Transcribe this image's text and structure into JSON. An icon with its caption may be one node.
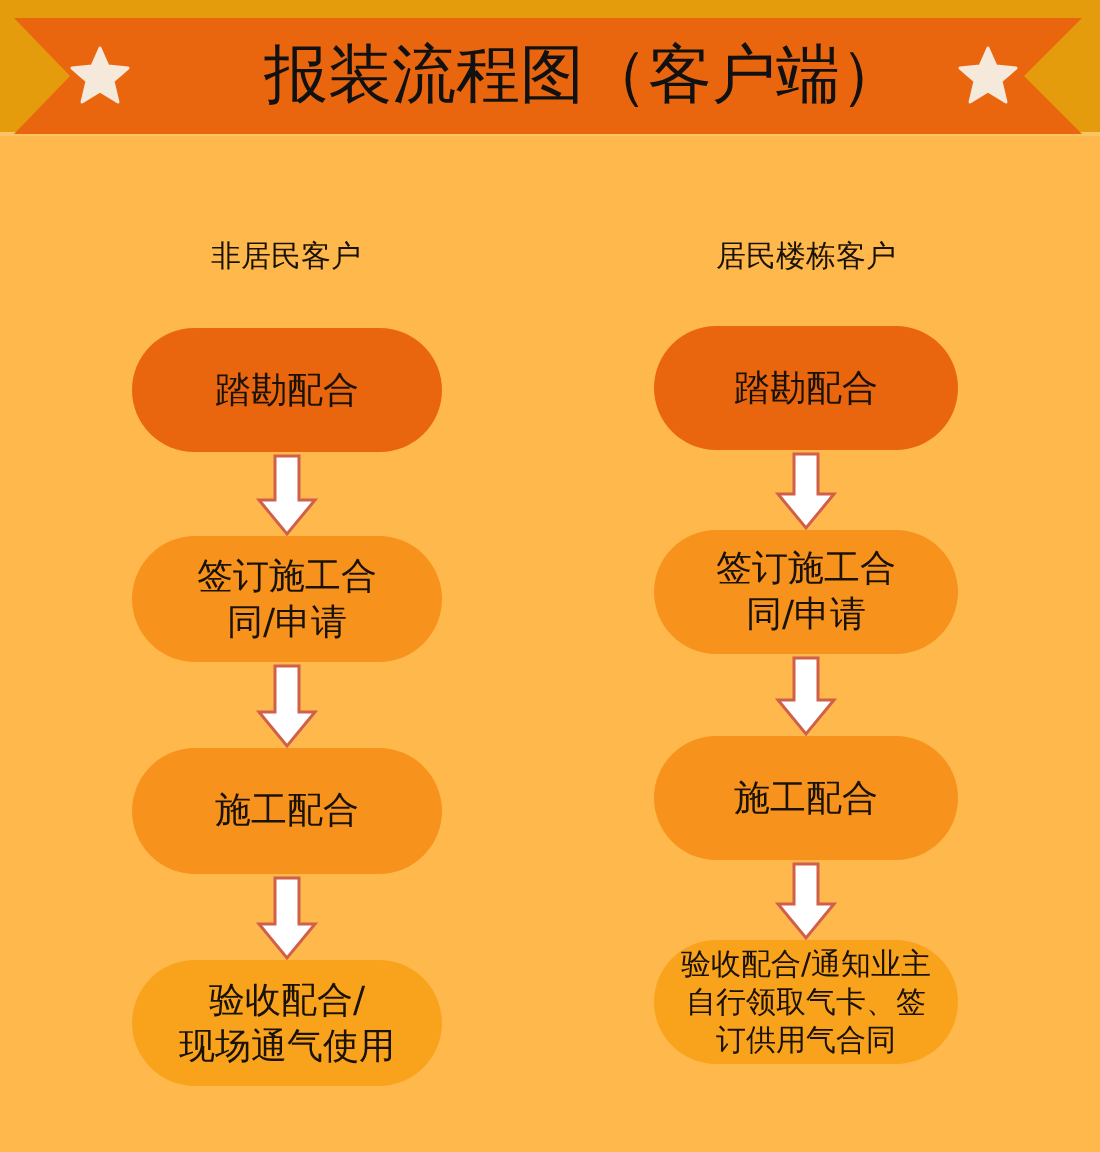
{
  "diagram": {
    "title": "报装流程图（客户端）",
    "nodes": [
      {
        "text": [
          "踏勘配合"
        ]
      },
      {
        "text": [
          "签订施工合同/申请"
        ]
      },
      {
        "text": [
          "施工配合"
        ]
      },
      {
        "text": [
          "验收配合/现场通气使用"
        ]
      },
      {
        "text": [
          "踏勘配合"
        ]
      },
      {
        "text": [
          "签订施工合同/申请"
        ]
      },
      {
        "text": [
          "施工配合"
        ]
      },
      {
        "text": [
          "验收配合/通知业主自行领取气卡、签订供用气合同"
        ]
      }
    ],
    "edges": [
      {
        "from": 0,
        "to": 1,
        "arrow": "to"
      },
      {
        "from": 1,
        "to": 2,
        "arrow": "to"
      },
      {
        "from": 2,
        "to": 3,
        "arrow": "to"
      },
      {
        "from": 4,
        "to": 5,
        "arrow": "to"
      },
      {
        "from": 5,
        "to": 6,
        "arrow": "to"
      },
      {
        "from": 6,
        "to": 7,
        "arrow": "to"
      }
    ],
    "labels": [
      "非居民客户",
      "居民楼栋客户"
    ]
  }
}
